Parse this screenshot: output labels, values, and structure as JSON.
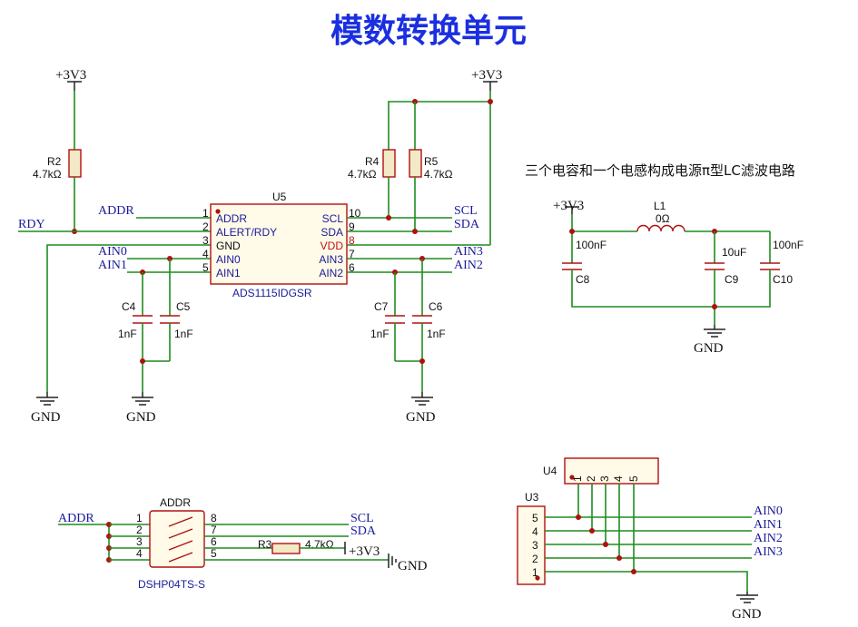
{
  "title": "模数转换单元",
  "filter_note": "三个电容和一个电感构成电源π型LC滤波电路",
  "power": {
    "v33": "+3V3",
    "gnd": "GND"
  },
  "nets": {
    "addr": "ADDR",
    "rdy": "RDY",
    "scl": "SCL",
    "sda": "SDA",
    "ain0": "AIN0",
    "ain1": "AIN1",
    "ain2": "AIN2",
    "ain3": "AIN3"
  },
  "u5": {
    "ref": "U5",
    "part": "ADS1115IDGSR",
    "left_pins": [
      {
        "num": "1",
        "name": "ADDR"
      },
      {
        "num": "2",
        "name": "ALERT/RDY"
      },
      {
        "num": "3",
        "name": "GND"
      },
      {
        "num": "4",
        "name": "AIN0"
      },
      {
        "num": "5",
        "name": "AIN1"
      }
    ],
    "right_pins": [
      {
        "num": "10",
        "name": "SCL"
      },
      {
        "num": "9",
        "name": "SDA"
      },
      {
        "num": "8",
        "name": "VDD"
      },
      {
        "num": "7",
        "name": "AIN3"
      },
      {
        "num": "6",
        "name": "AIN2"
      }
    ]
  },
  "r2": {
    "ref": "R2",
    "value": "4.7kΩ"
  },
  "r4": {
    "ref": "R4",
    "value": "4.7kΩ"
  },
  "r5": {
    "ref": "R5",
    "value": "4.7kΩ"
  },
  "r3": {
    "ref": "R3",
    "value": "4.7kΩ"
  },
  "c4": {
    "ref": "C4",
    "value": "1nF"
  },
  "c5": {
    "ref": "C5",
    "value": "1nF"
  },
  "c7": {
    "ref": "C7",
    "value": "1nF"
  },
  "c6": {
    "ref": "C6",
    "value": "1nF"
  },
  "c8": {
    "ref": "C8",
    "value": "100nF"
  },
  "c9": {
    "ref": "C9",
    "value": "10uF"
  },
  "c10": {
    "ref": "C10",
    "value": "100nF"
  },
  "l1": {
    "ref": "L1",
    "value": "0Ω"
  },
  "sw": {
    "ref": "ADDR",
    "part": "DSHP04TS-S",
    "left_pins": [
      "1",
      "2",
      "3",
      "4"
    ],
    "right_pins": [
      "8",
      "7",
      "6",
      "5"
    ]
  },
  "u4": {
    "ref": "U4",
    "pins": [
      "1",
      "2",
      "3",
      "4",
      "5"
    ]
  },
  "u3": {
    "ref": "U3",
    "pins": [
      "5",
      "4",
      "3",
      "2",
      "1"
    ]
  }
}
